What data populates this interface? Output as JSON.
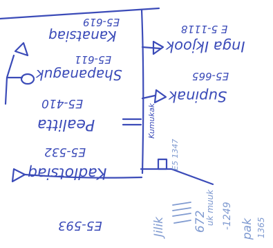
{
  "ink_color": "#3b4bb8",
  "ink_color_light": "#7f9ad0",
  "entries": {
    "kanatsiaq_name": "Kanatsiaq",
    "kanatsiaq_id": "E5-619",
    "inga_name": "Inga Ikjook",
    "inga_id": "E 5-1118",
    "shapanaguk_name": "Shapanaguk",
    "shapanaguk_id": "E5-611",
    "supinak_name": "Supinak",
    "supinak_id": "E5-665",
    "pealitta_name": "Pealitta",
    "pealitta_id": "E5-410",
    "kadlutsiaq_name": "Kadlotsiaq",
    "kadlutsiaq_id": "E5-532",
    "kumukak_name": "Kumukak",
    "kumukak_id": "E5 1347",
    "bottom_id": "E5-593"
  },
  "notes": {
    "jilik": "Jilik",
    "num_672": "672",
    "umuk": "uk muuk",
    "num_1249": "-1249",
    "pak": "pak",
    "num_1365": "1365"
  }
}
